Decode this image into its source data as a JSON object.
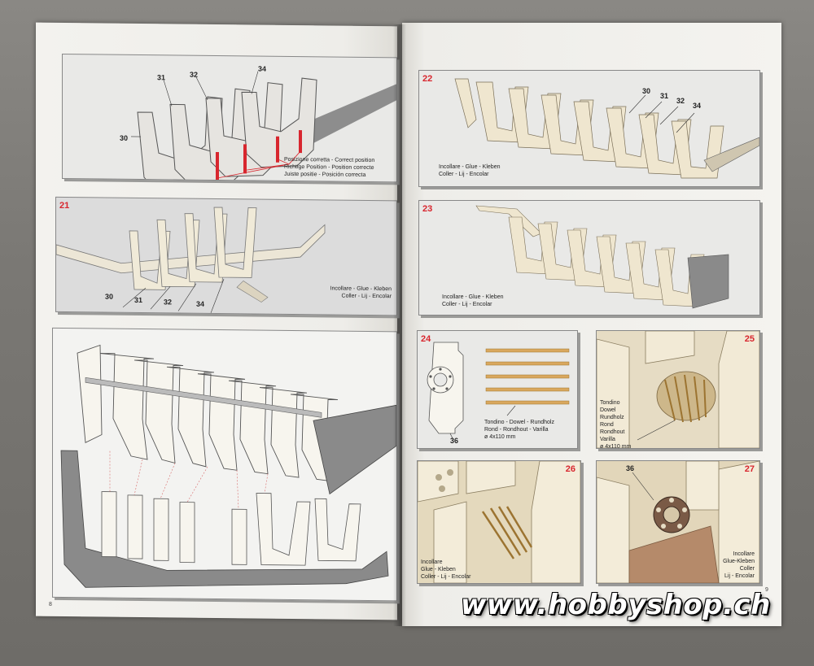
{
  "left_page": {
    "page_number": "8",
    "panel_top": {
      "labels": [
        "30",
        "31",
        "32",
        "34"
      ],
      "caption": "Posizione corretta - Correct position\nRichtige Position - Position correcte\nJuiste positie - Posición correcta"
    },
    "panel_21": {
      "step": "21",
      "labels": [
        "30",
        "31",
        "32",
        "34"
      ],
      "caption": "Incollare - Glue - Kleben\nColler - Lij - Encolar"
    },
    "panel_large": {}
  },
  "right_page": {
    "page_number": "9",
    "panel_22": {
      "step": "22",
      "labels": [
        "30",
        "31",
        "32",
        "34"
      ],
      "caption": "Incollare - Glue - Kleben\nColler - Lij - Encolar"
    },
    "panel_23": {
      "step": "23",
      "caption": "Incollare - Glue - Kleben\nColler - Lij - Encolar"
    },
    "panel_24": {
      "step": "24",
      "label": "36",
      "caption": "Tondino - Dowel - Rundholz\nRond - Rondhout - Varilla\nø 4x110 mm"
    },
    "panel_25": {
      "step": "25",
      "caption": "Tondino\nDowel\nRundholz\nRond\nRondhout\nVarilla\nø 4x110 mm"
    },
    "panel_26": {
      "step": "26",
      "caption": "Incollare\nGlue - Kleben\nColler - Lij - Encolar"
    },
    "panel_27": {
      "step": "27",
      "label": "36",
      "caption": "Incollare\nGlue-Kleben\nColler\nLij - Encolar"
    }
  },
  "watermark": "www.hobbyshop.ch",
  "colors": {
    "step_number": "#d8262e",
    "plywood": "#e9ddc4",
    "hull_grey": "#8c8c8c",
    "page": "#f1f0ec"
  }
}
